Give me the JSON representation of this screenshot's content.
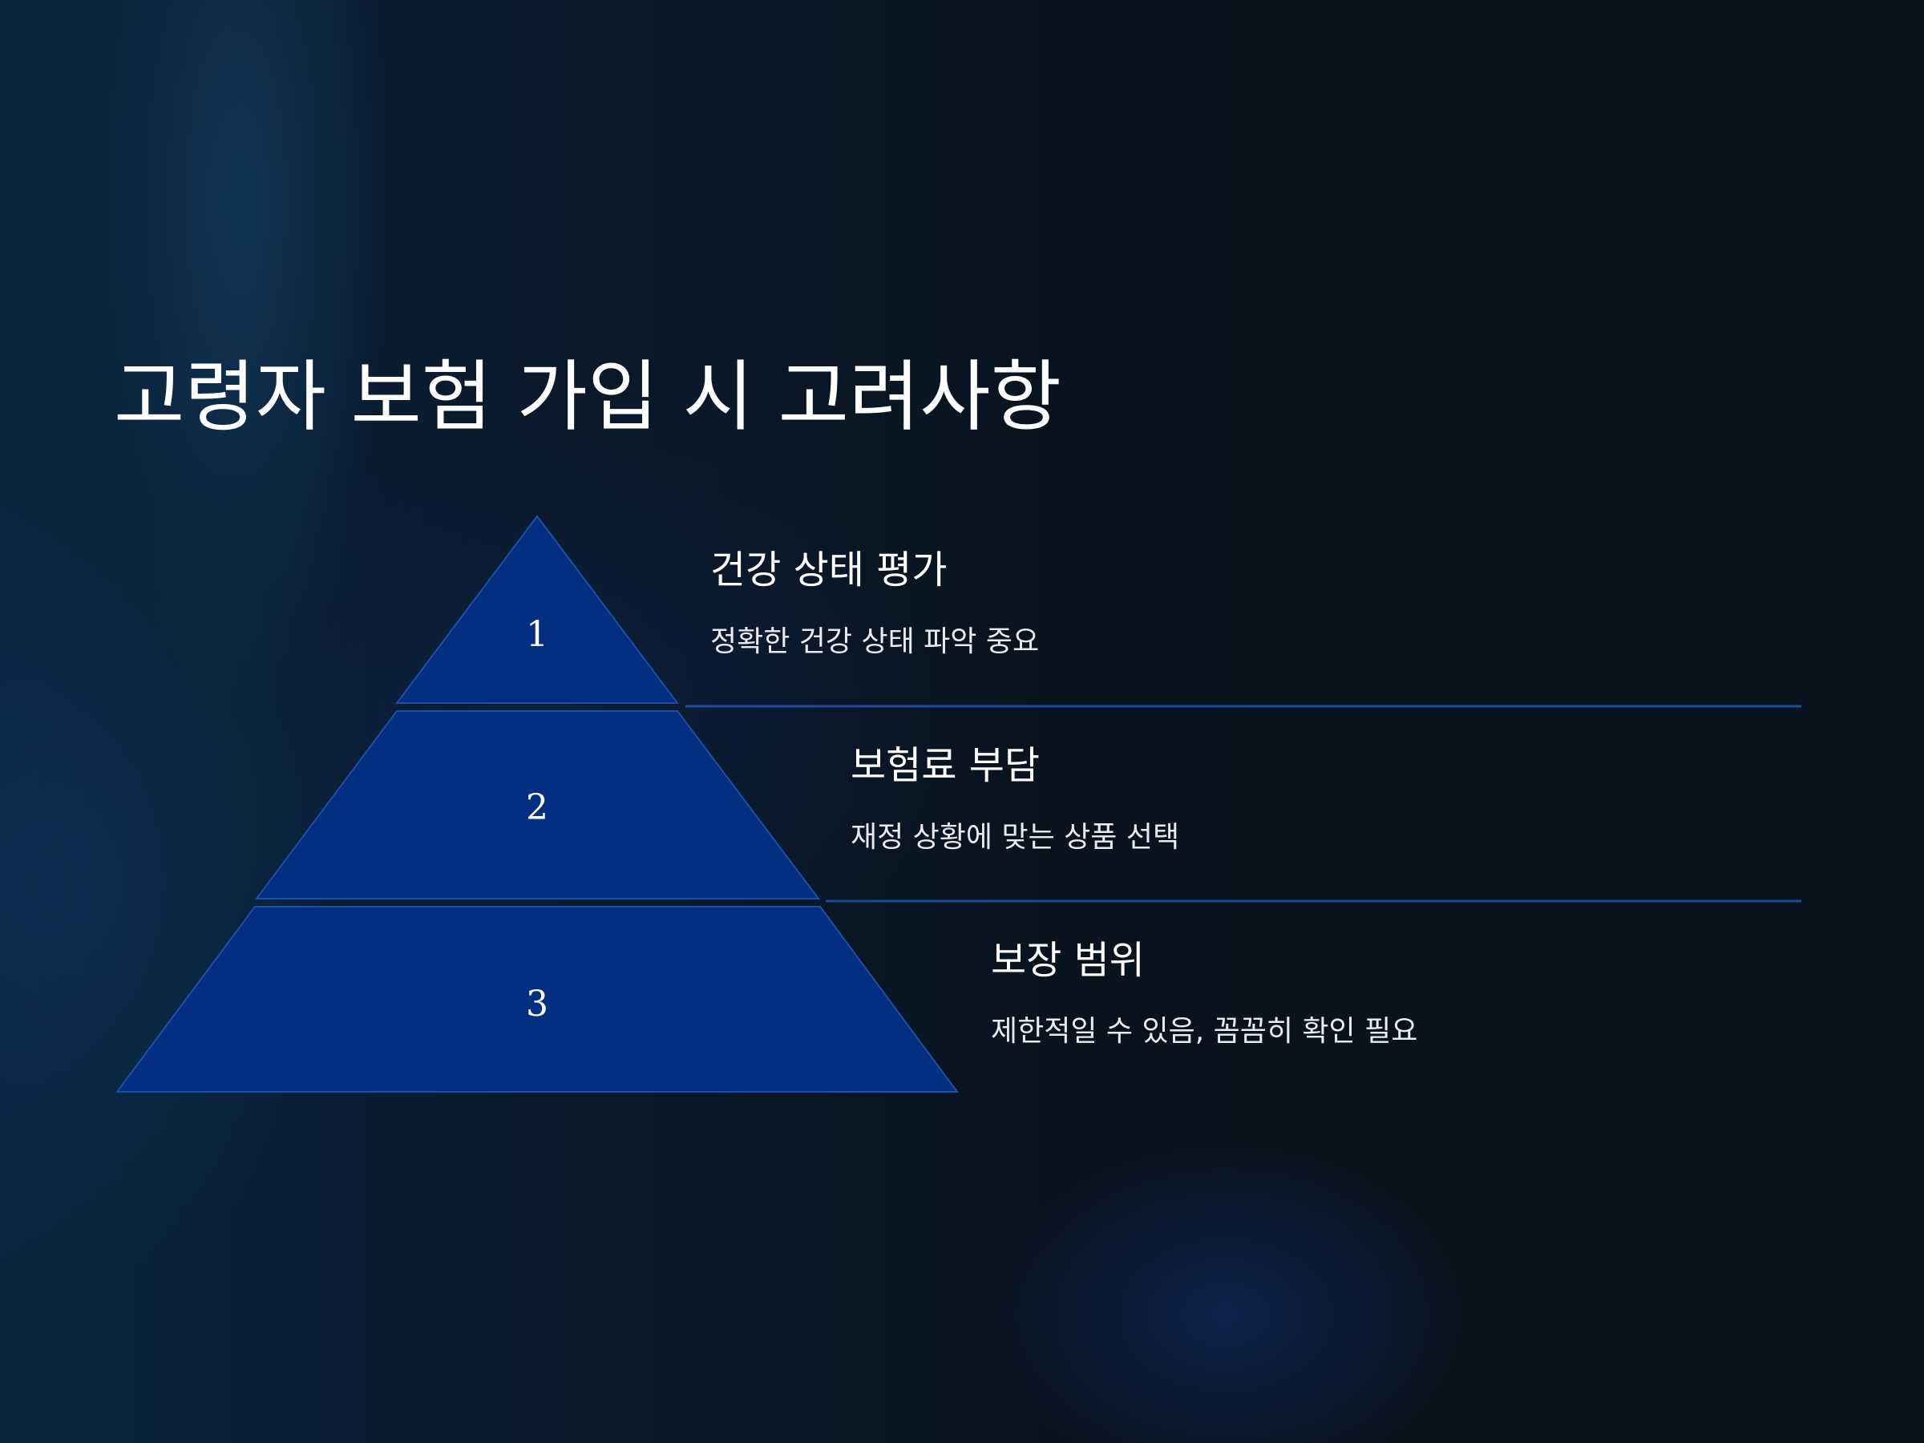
{
  "title": "고령자 보험 가입 시 고려사항",
  "colors": {
    "tier_fill": "#022f80",
    "tier_stroke": "#1c4fa8",
    "divider": "#1e4a9a",
    "text": "#ffffff"
  },
  "tiers": [
    {
      "number": "1",
      "heading": "건강 상태 평가",
      "description": "정확한 건강 상태 파악 중요"
    },
    {
      "number": "2",
      "heading": "보험료 부담",
      "description": "재정 상황에 맞는 상품 선택"
    },
    {
      "number": "3",
      "heading": "보장 범위",
      "description": "제한적일 수 있음, 꼼꼼히 확인 필요"
    }
  ]
}
